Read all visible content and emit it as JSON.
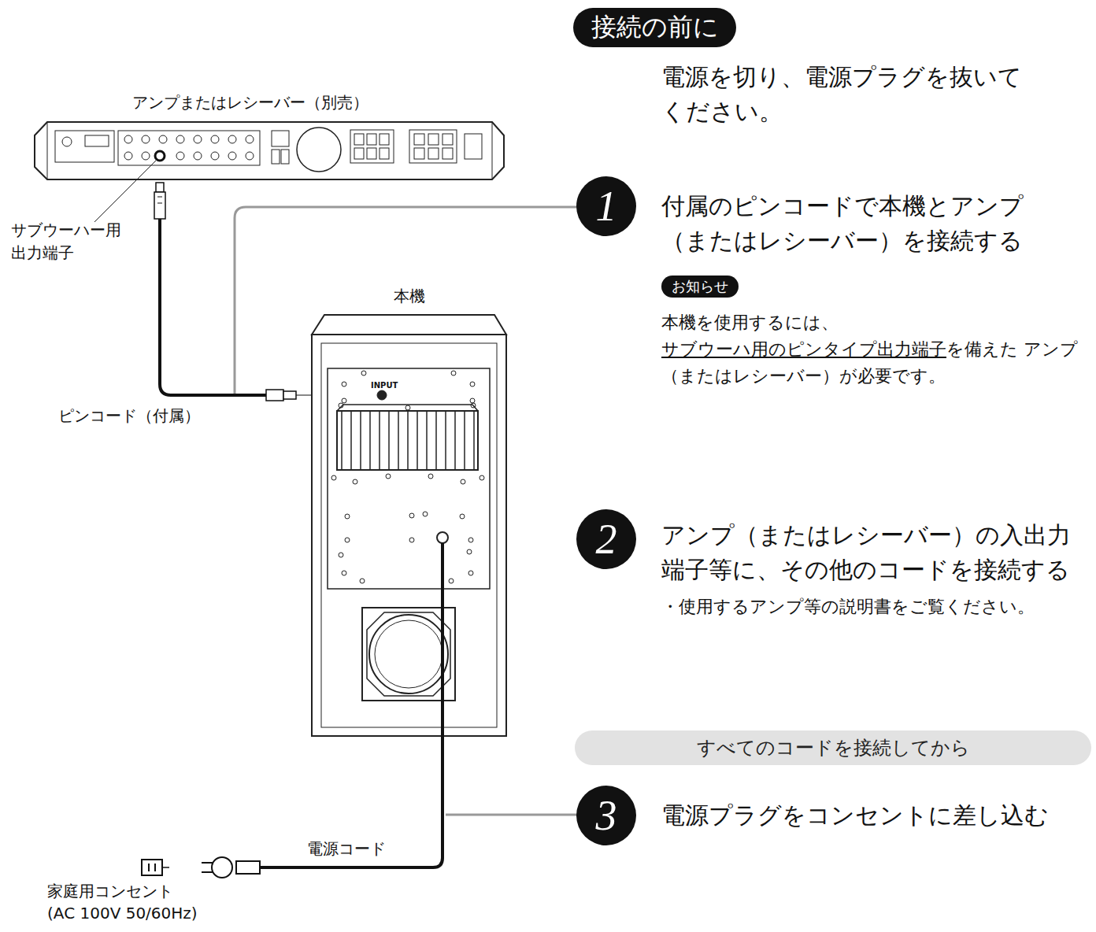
{
  "diagram": {
    "nodes": [
      {
        "text": [
          "接続の前に"
        ]
      },
      {
        "text": [
          "1"
        ]
      },
      {
        "text": [
          "お知らせ"
        ]
      },
      {
        "text": [
          "2"
        ]
      },
      {
        "text": [
          "すべてのコードを接続してから"
        ]
      },
      {
        "text": [
          "3"
        ]
      }
    ],
    "labels": [
      "電源を切り、電源プラグを抜いて ください。",
      "付属のピンコードで本機とアンプ （またはレシーバー）を接続する",
      "本機を使用するには、",
      "サブウーハ用のピンタイプ出力端子",
      "を備えた アンプ（またはレシーバー）が必要です。",
      "アンプ（またはレシーバー）の入出力 端子等に、その他のコードを接続する",
      "・使用するアンプ等の説明書をご覧ください。",
      "電源プラグをコンセントに差し込む",
      "アンプまたはレシーバー（別売）",
      "サブウーハー用 出力端子",
      "本機",
      "INPUT",
      "ピンコード（付属）",
      "電源コード",
      "家庭用コンセント",
      "(AC 100V 50/60Hz)"
    ]
  }
}
